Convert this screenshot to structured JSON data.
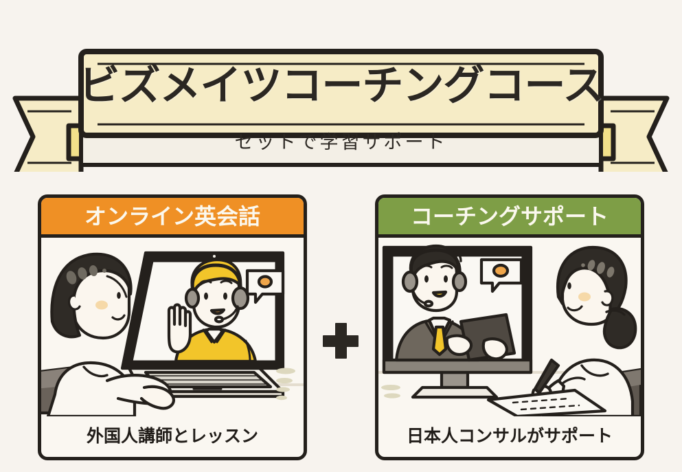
{
  "page": {
    "background_color": "#f7f3ee"
  },
  "banner": {
    "title": "ビズメイツコーチングコース",
    "subtitle": "セットで学習サポート",
    "fill_color": "#f6ecc6",
    "fold_color": "#f2e08a",
    "outline_color": "#24201c"
  },
  "cards": [
    {
      "id": "online-english",
      "header_label": "オンライン英会話",
      "header_color": "#ef9025",
      "caption": "外国人講師とレッスン",
      "illustration": "woman-at-laptop-with-foreign-teacher"
    },
    {
      "id": "coaching-support",
      "header_label": "コーチングサポート",
      "header_color": "#7e9e46",
      "caption": "日本人コンサルがサポート",
      "illustration": "woman-taking-notes-with-japanese-consultant-on-monitor"
    }
  ],
  "connector": {
    "symbol": "plus",
    "color": "#2b2722"
  }
}
